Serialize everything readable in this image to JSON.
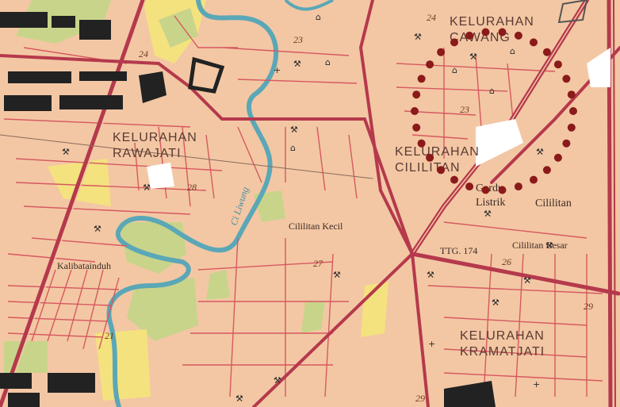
{
  "map": {
    "areas": [
      {
        "id": "gawang",
        "text": "KELURAHAN\nCAWANG"
      },
      {
        "id": "rawajati",
        "text": "KELURAHAN\nRAWAJATI"
      },
      {
        "id": "cililitan",
        "text": "KELURAHAN\nCILILITAN"
      },
      {
        "id": "kramatjati",
        "text": "KELURAHAN\nKRAMATJATI"
      }
    ],
    "places": {
      "gardu": "Gardu\nListrik",
      "cililitan": "Cililitan",
      "cililitan_kecil": "Cililitan Kecil",
      "cililitan_besar": "Cililitan Besar",
      "kalibata": "Kalibatainduh",
      "ttg": "TTG. 174",
      "river": "Ci Liwung"
    },
    "contours": [
      "24",
      "23",
      "23",
      "28",
      "27",
      "26",
      "29",
      "21",
      "29",
      "24"
    ],
    "colors": {
      "background": "#f3c7a4",
      "road": "#b5394c",
      "street": "#d6595f",
      "river": "#5aa7b7",
      "green": "#c8d48a",
      "yellow": "#f4e27f",
      "building": "#222222",
      "marker": "#8b1a1a"
    }
  }
}
